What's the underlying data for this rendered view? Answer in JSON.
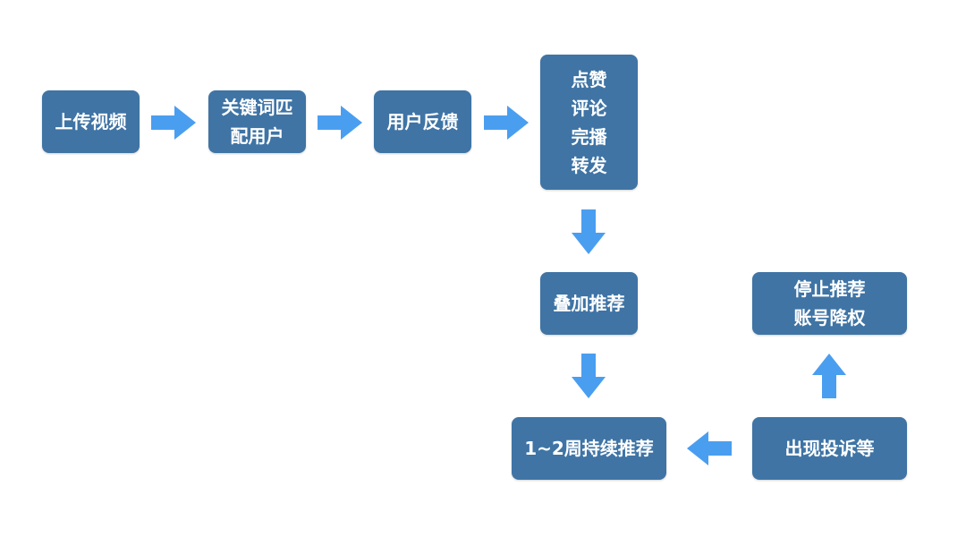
{
  "colors": {
    "box_fill": "#3f74a5",
    "box_text": "#ffffff",
    "arrow": "#4a9ef0",
    "background": "#ffffff"
  },
  "nodes": {
    "upload": [
      "上传视频"
    ],
    "keyword_match": [
      "关键词匹",
      "配用户"
    ],
    "user_feedback": [
      "用户反馈"
    ],
    "engagement": [
      "点赞",
      "评论",
      "完播",
      "转发"
    ],
    "stacked_recommend": [
      "叠加推荐"
    ],
    "continuous_recommend": [
      "1~2周持续推荐"
    ],
    "complaint": [
      "出现投诉等"
    ],
    "stop_recommend": [
      "停止推荐",
      "账号降权"
    ]
  },
  "edges": [
    {
      "from": "upload",
      "to": "keyword_match"
    },
    {
      "from": "keyword_match",
      "to": "user_feedback"
    },
    {
      "from": "user_feedback",
      "to": "engagement"
    },
    {
      "from": "engagement",
      "to": "stacked_recommend"
    },
    {
      "from": "stacked_recommend",
      "to": "continuous_recommend"
    },
    {
      "from": "complaint",
      "to": "continuous_recommend"
    },
    {
      "from": "complaint",
      "to": "stop_recommend"
    }
  ]
}
